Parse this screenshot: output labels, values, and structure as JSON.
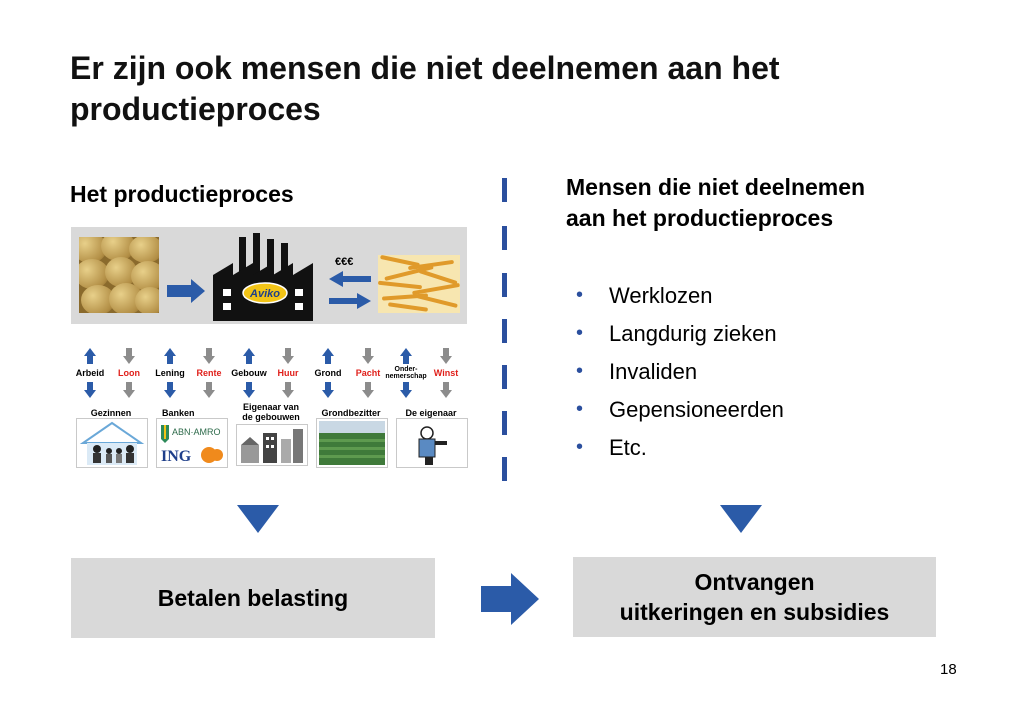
{
  "slide": {
    "title": "Er zijn ook mensen die niet deelnemen aan het productieproces",
    "left_heading": "Het productieproces",
    "right_heading_line1": "Mensen die niet deelnemen",
    "right_heading_line2": "aan het productieproces",
    "page_number": "18"
  },
  "process": {
    "factory_logo": "Aviko",
    "money_label": "€€€"
  },
  "flows": [
    {
      "label": "Arbeid",
      "direction": "up",
      "red": false
    },
    {
      "label": "Loon",
      "direction": "down",
      "red": true
    },
    {
      "label": "Lening",
      "direction": "up",
      "red": false
    },
    {
      "label": "Rente",
      "direction": "down",
      "red": true
    },
    {
      "label": "Gebouw",
      "direction": "up",
      "red": false
    },
    {
      "label": "Huur",
      "direction": "down",
      "red": true
    },
    {
      "label": "Grond",
      "direction": "up",
      "red": false
    },
    {
      "label": "Pacht",
      "direction": "down",
      "red": true
    },
    {
      "label": "Onder-nemerschap",
      "direction": "up",
      "red": false
    },
    {
      "label": "Winst",
      "direction": "down",
      "red": true
    }
  ],
  "owners": [
    {
      "label": "Gezinnen"
    },
    {
      "label": "Banken",
      "bank1": "ABN·AMRO",
      "bank2": "ING"
    },
    {
      "label_line1": "Eigenaar van",
      "label_line2": "de gebouwen"
    },
    {
      "label": "Grondbezitter"
    },
    {
      "label": "De eigenaar"
    }
  ],
  "bullets": [
    "Werklozen",
    "Langdurig zieken",
    "Invaliden",
    "Gepensioneerden",
    "Etc."
  ],
  "boxes": {
    "tax": "Betalen belasting",
    "benefits_line1": "Ontvangen",
    "benefits_line2": "uitkeringen en subsidies"
  },
  "colors": {
    "accent_blue": "#2b5ba8",
    "arrow_grey": "#8c8c8c",
    "flow_red": "#e0201b",
    "box_grey": "#d9d9d9"
  }
}
